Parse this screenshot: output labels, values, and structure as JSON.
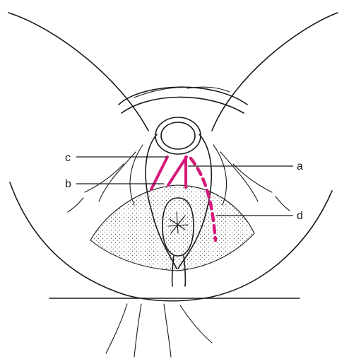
{
  "labels": {
    "a": "a",
    "b": "b",
    "c": "c",
    "d": "d"
  },
  "colors": {
    "ink": "#1a1a1a",
    "incision": "#d6197a",
    "background": "#ffffff"
  }
}
